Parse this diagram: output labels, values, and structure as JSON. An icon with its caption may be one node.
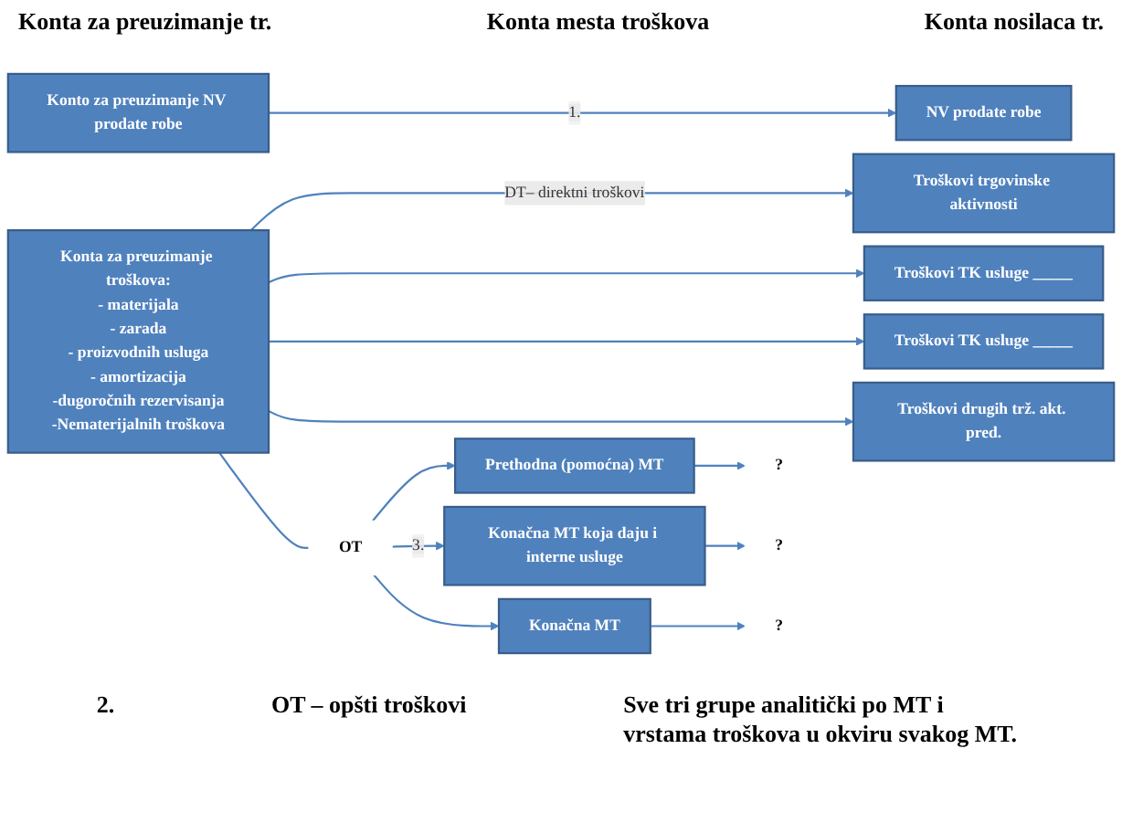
{
  "diagram": {
    "nodes": [
      {
        "text": [
          "Konto za preuzimanje NV prodate robe"
        ]
      },
      {
        "text": [
          "Konta za preuzimanje troškova:",
          "- materijala",
          "- zarada",
          "- proizvodnih usluga",
          "- amortizacija",
          "-dugoročnih rezervisanja",
          "-Nematerijalnih troškova"
        ]
      },
      {
        "text": [
          "NV prodate robe"
        ]
      },
      {
        "text": [
          "Troškovi trgovinske aktivnosti"
        ]
      },
      {
        "text": [
          "Troškovi TK usluge _____"
        ]
      },
      {
        "text": [
          "Troškovi TK usluge _____"
        ]
      },
      {
        "text": [
          "Troškovi drugih trž. akt. pred."
        ]
      },
      {
        "text": [
          "OT"
        ]
      },
      {
        "text": [
          "Prethodna (pomoćna) MT"
        ]
      },
      {
        "text": [
          "Konačna MT koja daju i interne usluge"
        ]
      },
      {
        "text": [
          "Konačna MT"
        ]
      },
      {
        "text": [
          "?"
        ]
      },
      {
        "text": [
          "?"
        ]
      },
      {
        "text": [
          "?"
        ]
      }
    ],
    "edges": [
      {
        "from": 0,
        "to": 2,
        "arrow": "to",
        "label": "1."
      },
      {
        "from": 1,
        "to": 3,
        "arrow": "to",
        "label": "DT– direktni troškovi"
      },
      {
        "from": 1,
        "to": 4,
        "arrow": "to"
      },
      {
        "from": 1,
        "to": 5,
        "arrow": "to"
      },
      {
        "from": 1,
        "to": 6,
        "arrow": "to"
      },
      {
        "from": 1,
        "to": 7,
        "arrow": "none"
      },
      {
        "from": 7,
        "to": 8,
        "arrow": "to"
      },
      {
        "from": 7,
        "to": 9,
        "arrow": "to",
        "label": "3."
      },
      {
        "from": 7,
        "to": 10,
        "arrow": "to"
      },
      {
        "from": 8,
        "to": 11,
        "arrow": "to"
      },
      {
        "from": 9,
        "to": 12,
        "arrow": "to"
      },
      {
        "from": 10,
        "to": 13,
        "arrow": "to"
      }
    ],
    "labels": [
      "Konta za preuzimanje tr.",
      "Konta mesta troškova",
      "Konta nosilaca tr.",
      "2.",
      "OT – opšti troškovi",
      "Sve tri grupe analitički po MT i vrstama troškova u okviru svakog MT."
    ]
  }
}
